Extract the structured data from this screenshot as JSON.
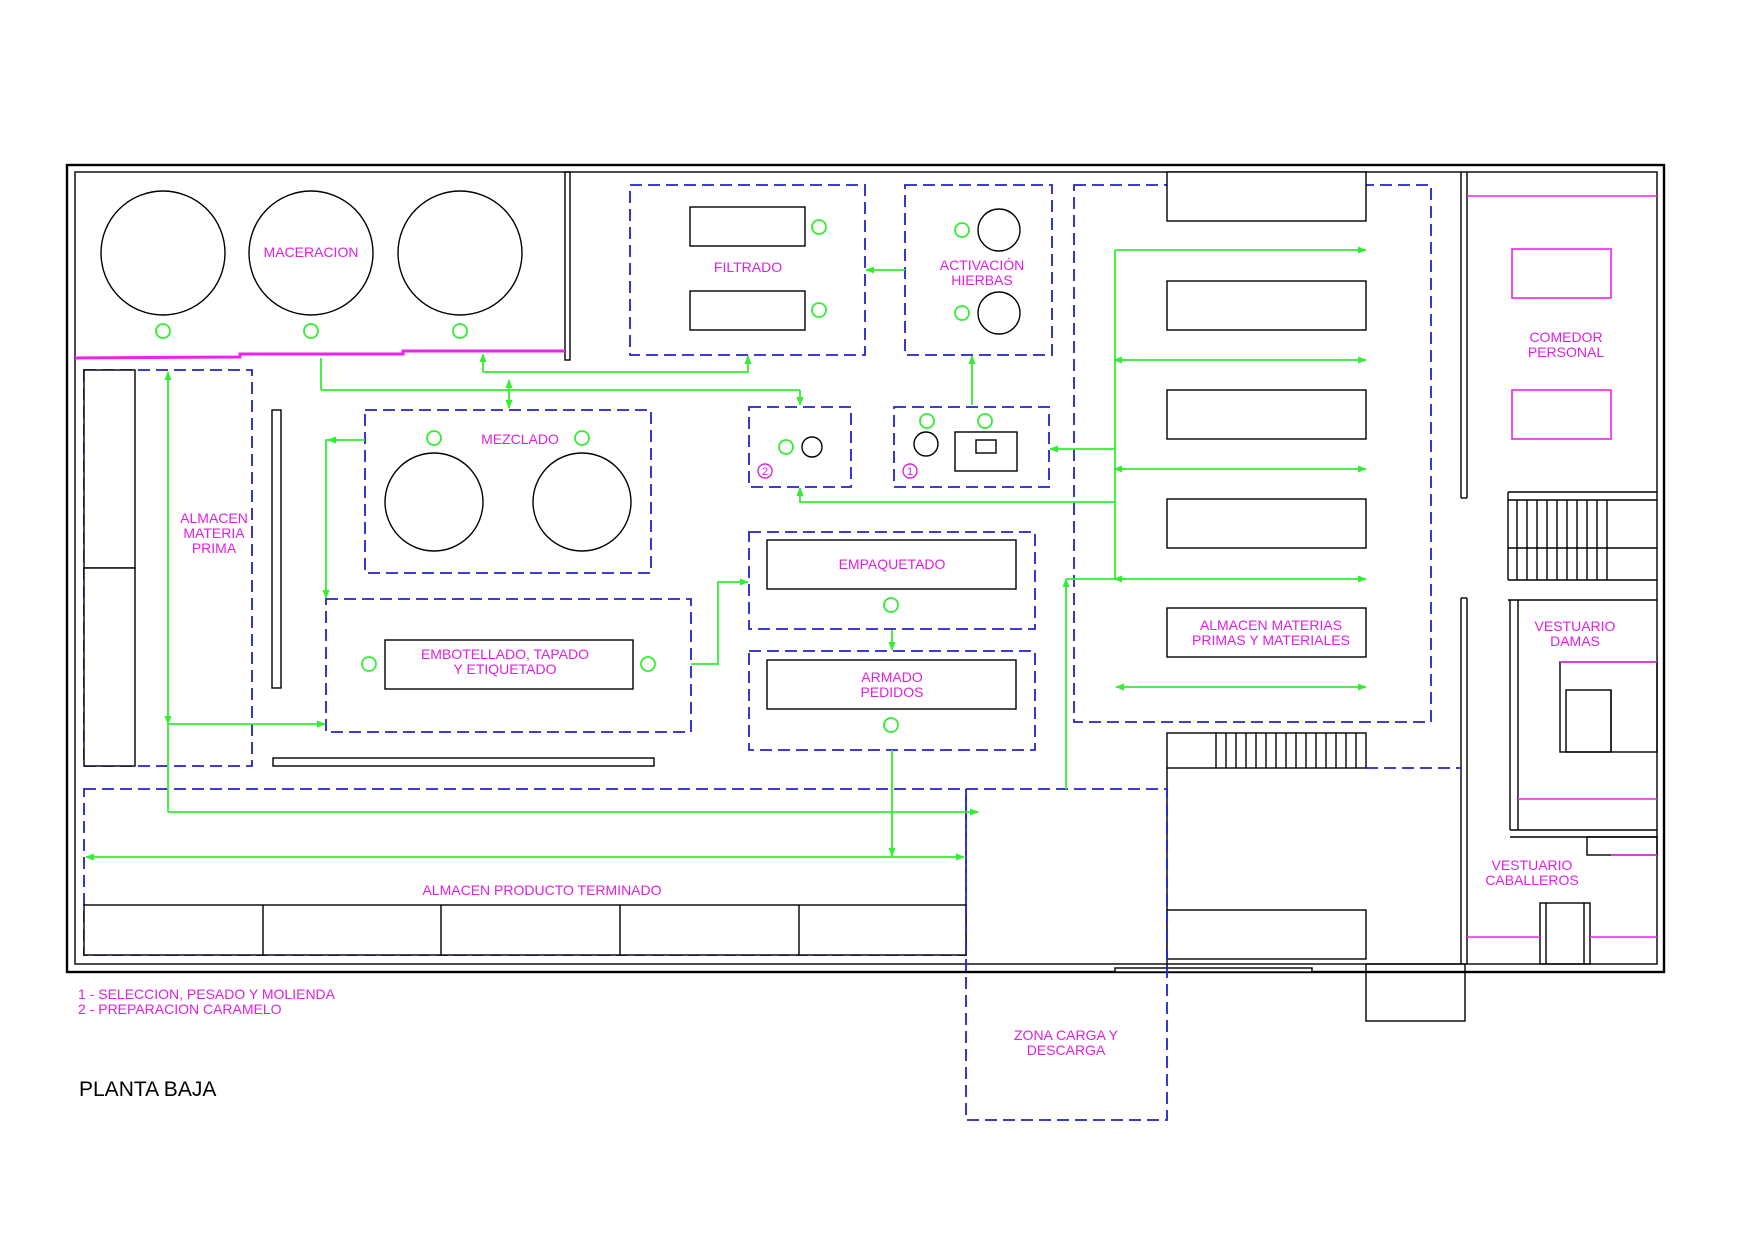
{
  "title": "PLANTA BAJA",
  "legend": {
    "item1": "1 - SELECCION, PESADO Y MOLIENDA",
    "item2": "2 - PREPARACION CARAMELO"
  },
  "markers": {
    "m1": "1",
    "m2": "2"
  },
  "zones": {
    "maceracion": "MACERACION",
    "filtrado": "FILTRADO",
    "activacion_1": "ACTIVACIÓN",
    "activacion_2": "HIERBAS",
    "mezclado": "MEZCLADO",
    "almacen_mp_1": "ALMACEN",
    "almacen_mp_2": "MATERIA",
    "almacen_mp_3": "PRIMA",
    "embotellado_1": "EMBOTELLADO, TAPADO",
    "embotellado_2": "Y ETIQUETADO",
    "empaquetado": "EMPAQUETADO",
    "armado_1": "ARMADO",
    "armado_2": "PEDIDOS",
    "almacen_mpm_1": "ALMACEN MATERIAS",
    "almacen_mpm_2": "PRIMAS Y MATERIALES",
    "almacen_pt": "ALMACEN PRODUCTO TERMINADO",
    "comedor_1": "COMEDOR",
    "comedor_2": "PERSONAL",
    "vest_damas_1": "VESTUARIO",
    "vest_damas_2": "DAMAS",
    "vest_cab_1": "VESTUARIO",
    "vest_cab_2": "CABALLEROS",
    "zona_carga_1": "ZONA CARGA Y",
    "zona_carga_2": "DESCARGA"
  },
  "colors": {
    "walls": "#000000",
    "zones": "#2222cc",
    "flow": "#33ee33",
    "labels": "#e020e0"
  }
}
